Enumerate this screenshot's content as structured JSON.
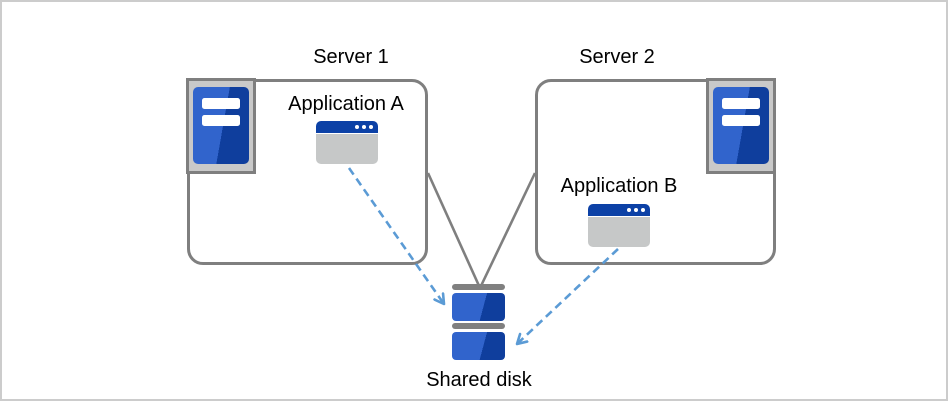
{
  "nodes": {
    "server1": {
      "label": "Server 1",
      "type": "server",
      "icon": "server-tower-icon"
    },
    "server2": {
      "label": "Server 2",
      "type": "server",
      "icon": "server-tower-icon"
    },
    "app_a": {
      "label": "Application A",
      "type": "application",
      "host": "Server 1",
      "icon": "app-window-icon"
    },
    "app_b": {
      "label": "Application B",
      "type": "application",
      "host": "Server 2",
      "icon": "app-window-icon"
    },
    "shared_disk": {
      "label": "Shared disk",
      "type": "disk",
      "icon": "disk-stack-icon"
    }
  },
  "connections": [
    {
      "from": "Server 1",
      "to": "Shared disk",
      "style": "solid",
      "color": "gray"
    },
    {
      "from": "Server 2",
      "to": "Shared disk",
      "style": "solid",
      "color": "gray"
    },
    {
      "from": "Application A",
      "to": "Shared disk",
      "style": "dashed-arrow",
      "color": "blue"
    },
    {
      "from": "Application B",
      "to": "Shared disk",
      "style": "dashed-arrow",
      "color": "blue"
    }
  ],
  "colors": {
    "canvas_border_gray": "#cccccc",
    "background": "#ffffff",
    "box_border_gray": "#7f7f7f",
    "connector_gray": "#7f7f7f",
    "arrow_blue": "#5b9bd5",
    "icon_frame_gray": "#c9c9c9",
    "window_body_gray": "#c6c8c8",
    "title_bar_blue": "#0c41a6",
    "blue_light": "#3164cc",
    "blue_dark": "#0f3e9d",
    "disk_cap_gray": "#808080",
    "label_text": "#000000"
  }
}
